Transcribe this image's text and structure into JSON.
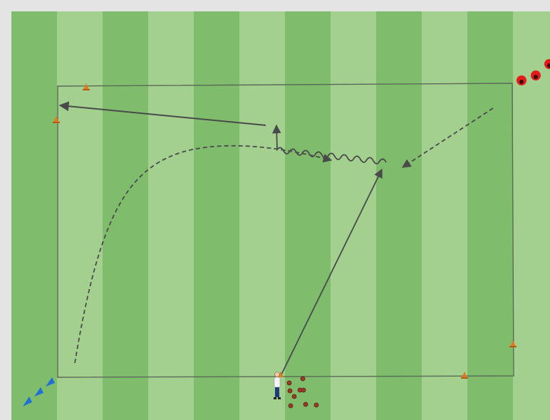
{
  "diagram": {
    "type": "soccer-drill",
    "colors": {
      "frame": "#e4e4e4",
      "stripe_dark": "#7fbd6d",
      "stripe_light": "#a4d08f",
      "boundary": "#5a6a55",
      "movement_line": "#4a4a4a",
      "cone": "#e07a1e",
      "defender": "#e31b1b",
      "blue_marker": "#1f6fd6",
      "ball": "#9b3a2a",
      "coach_shirt": "#f4f4f4",
      "coach_pants": "#1f3b7a"
    },
    "icons": {
      "cone": "cone-icon",
      "defender": "red-player-icon",
      "attacker": "blue-marker-icon",
      "ball": "ball-icon",
      "coach": "coach-icon"
    },
    "counts": {
      "cones": 5,
      "red_players": 3,
      "blue_markers": 3,
      "balls": 9
    },
    "arrows": [
      {
        "id": "pass-to-left",
        "style": "solid",
        "meaning": "pass"
      },
      {
        "id": "dribble-wavy",
        "style": "wavy",
        "meaning": "dribble"
      },
      {
        "id": "run-curved",
        "style": "dashed",
        "meaning": "run"
      },
      {
        "id": "run-from-right",
        "style": "dashed",
        "meaning": "run"
      },
      {
        "id": "pass-from-coach",
        "style": "solid",
        "meaning": "pass"
      }
    ]
  }
}
